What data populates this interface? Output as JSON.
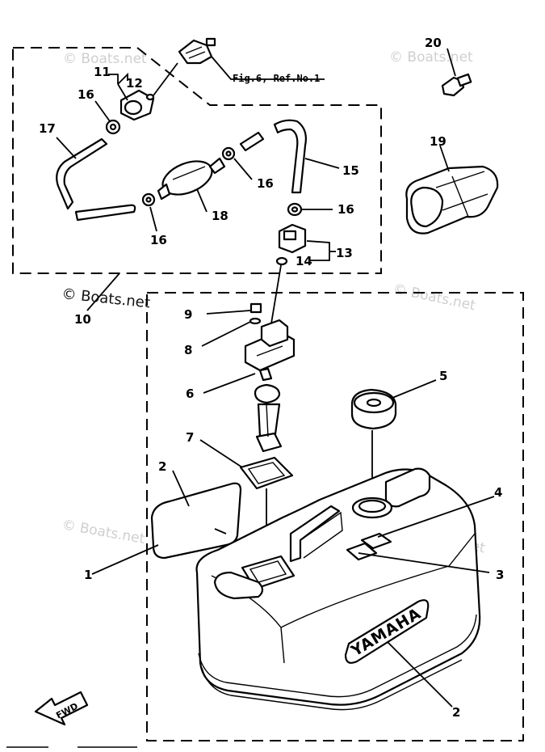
{
  "callouts": {
    "c1": "1",
    "c2a": "2",
    "c2b": "2",
    "c3": "3",
    "c4": "4",
    "c5": "5",
    "c6": "6",
    "c7": "7",
    "c8": "8",
    "c9": "9",
    "c10": "10",
    "c11": "11",
    "c12": "12",
    "c13": "13",
    "c14": "14",
    "c15": "15",
    "c16a": "16",
    "c16b": "16",
    "c16c": "16",
    "c16d": "16",
    "c17": "17",
    "c18": "18",
    "c19": "19",
    "c20": "20"
  },
  "reference_note": "Fig.6, Ref.No.1",
  "brand_lettering": "YAMAHA",
  "forward_arrow": "FWD",
  "watermark": "© Boats.net"
}
